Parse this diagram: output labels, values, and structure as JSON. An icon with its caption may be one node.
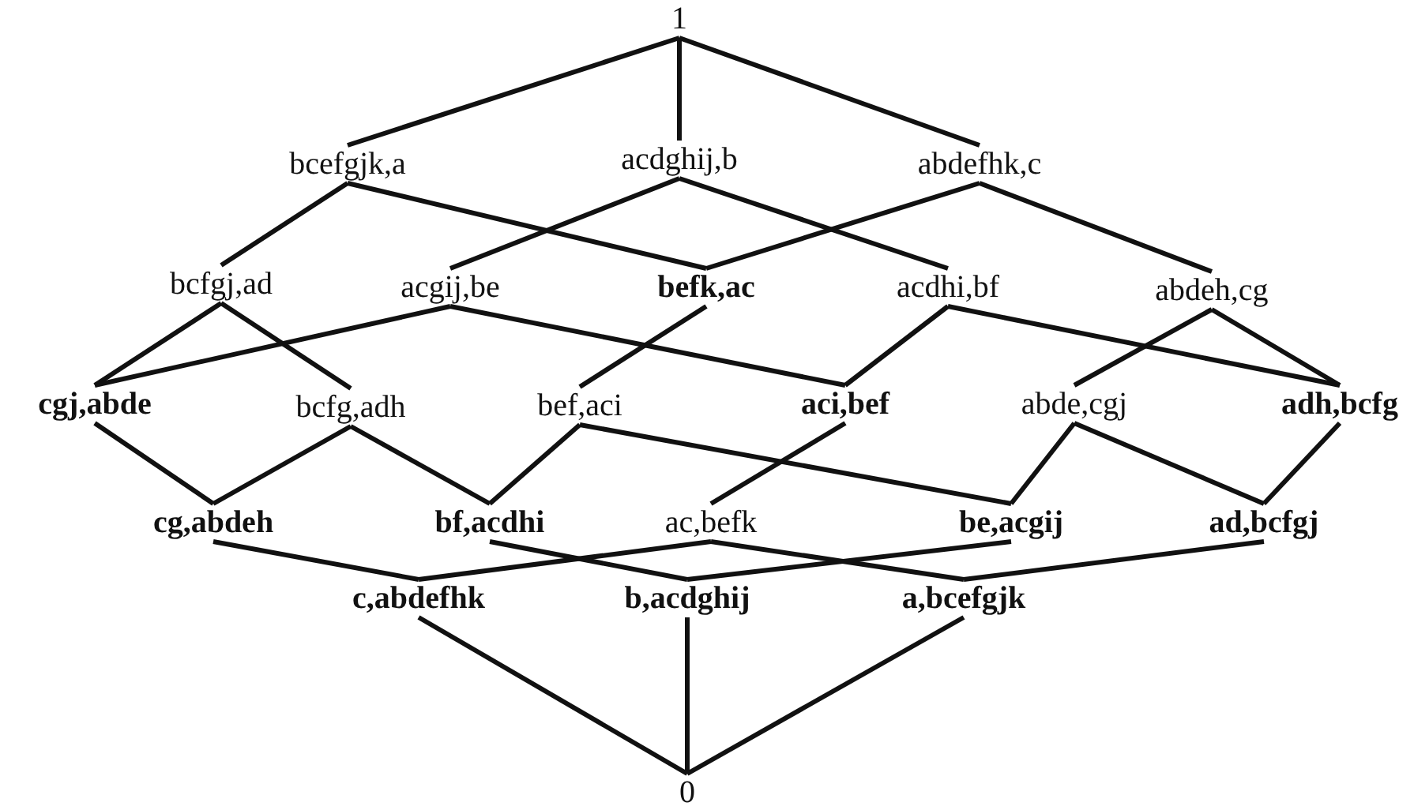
{
  "diagram": {
    "nodes": [
      {
        "text": [
          "1"
        ]
      },
      {
        "text": [
          "bcefgjk,a"
        ]
      },
      {
        "text": [
          "acdghij,b"
        ]
      },
      {
        "text": [
          "abdefhk,c"
        ]
      },
      {
        "text": [
          "bcfgj,ad"
        ]
      },
      {
        "text": [
          "acgij,be"
        ]
      },
      {
        "text": [
          "befk,ac"
        ]
      },
      {
        "text": [
          "acdhi,bf"
        ]
      },
      {
        "text": [
          "abdeh,cg"
        ]
      },
      {
        "text": [
          "cgj,abde"
        ]
      },
      {
        "text": [
          "bcfg,adh"
        ]
      },
      {
        "text": [
          "bef,aci"
        ]
      },
      {
        "text": [
          "aci,bef"
        ]
      },
      {
        "text": [
          "abde,cgj"
        ]
      },
      {
        "text": [
          "adh,bcfg"
        ]
      },
      {
        "text": [
          "cg,abdeh"
        ]
      },
      {
        "text": [
          "bf,acdhi"
        ]
      },
      {
        "text": [
          "ac,befk"
        ]
      },
      {
        "text": [
          "be,acgij"
        ]
      },
      {
        "text": [
          "ad,bcfgj"
        ]
      },
      {
        "text": [
          "c,abdefhk"
        ]
      },
      {
        "text": [
          "b,acdghij"
        ]
      },
      {
        "text": [
          "a,bcefgjk"
        ]
      },
      {
        "text": [
          "0"
        ]
      }
    ],
    "edges": [
      {
        "from": 0,
        "to": 1,
        "arrow": "none"
      },
      {
        "from": 0,
        "to": 2,
        "arrow": "none"
      },
      {
        "from": 0,
        "to": 3,
        "arrow": "none"
      },
      {
        "from": 1,
        "to": 4,
        "arrow": "none"
      },
      {
        "from": 1,
        "to": 6,
        "arrow": "none"
      },
      {
        "from": 2,
        "to": 5,
        "arrow": "none"
      },
      {
        "from": 2,
        "to": 7,
        "arrow": "none"
      },
      {
        "from": 3,
        "to": 6,
        "arrow": "none"
      },
      {
        "from": 3,
        "to": 8,
        "arrow": "none"
      },
      {
        "from": 4,
        "to": 9,
        "arrow": "none"
      },
      {
        "from": 4,
        "to": 10,
        "arrow": "none"
      },
      {
        "from": 5,
        "to": 9,
        "arrow": "none"
      },
      {
        "from": 5,
        "to": 12,
        "arrow": "none"
      },
      {
        "from": 6,
        "to": 11,
        "arrow": "none"
      },
      {
        "from": 7,
        "to": 12,
        "arrow": "none"
      },
      {
        "from": 7,
        "to": 14,
        "arrow": "none"
      },
      {
        "from": 8,
        "to": 13,
        "arrow": "none"
      },
      {
        "from": 8,
        "to": 14,
        "arrow": "none"
      },
      {
        "from": 9,
        "to": 15,
        "arrow": "none"
      },
      {
        "from": 10,
        "to": 15,
        "arrow": "none"
      },
      {
        "from": 10,
        "to": 16,
        "arrow": "none"
      },
      {
        "from": 11,
        "to": 16,
        "arrow": "none"
      },
      {
        "from": 11,
        "to": 18,
        "arrow": "none"
      },
      {
        "from": 12,
        "to": 17,
        "arrow": "none"
      },
      {
        "from": 13,
        "to": 18,
        "arrow": "none"
      },
      {
        "from": 13,
        "to": 19,
        "arrow": "none"
      },
      {
        "from": 14,
        "to": 19,
        "arrow": "none"
      },
      {
        "from": 15,
        "to": 20,
        "arrow": "none"
      },
      {
        "from": 16,
        "to": 21,
        "arrow": "none"
      },
      {
        "from": 17,
        "to": 20,
        "arrow": "none"
      },
      {
        "from": 17,
        "to": 22,
        "arrow": "none"
      },
      {
        "from": 18,
        "to": 21,
        "arrow": "none"
      },
      {
        "from": 19,
        "to": 22,
        "arrow": "none"
      },
      {
        "from": 20,
        "to": 23,
        "arrow": "none"
      },
      {
        "from": 21,
        "to": 23,
        "arrow": "none"
      },
      {
        "from": 22,
        "to": 23,
        "arrow": "none"
      }
    ]
  }
}
